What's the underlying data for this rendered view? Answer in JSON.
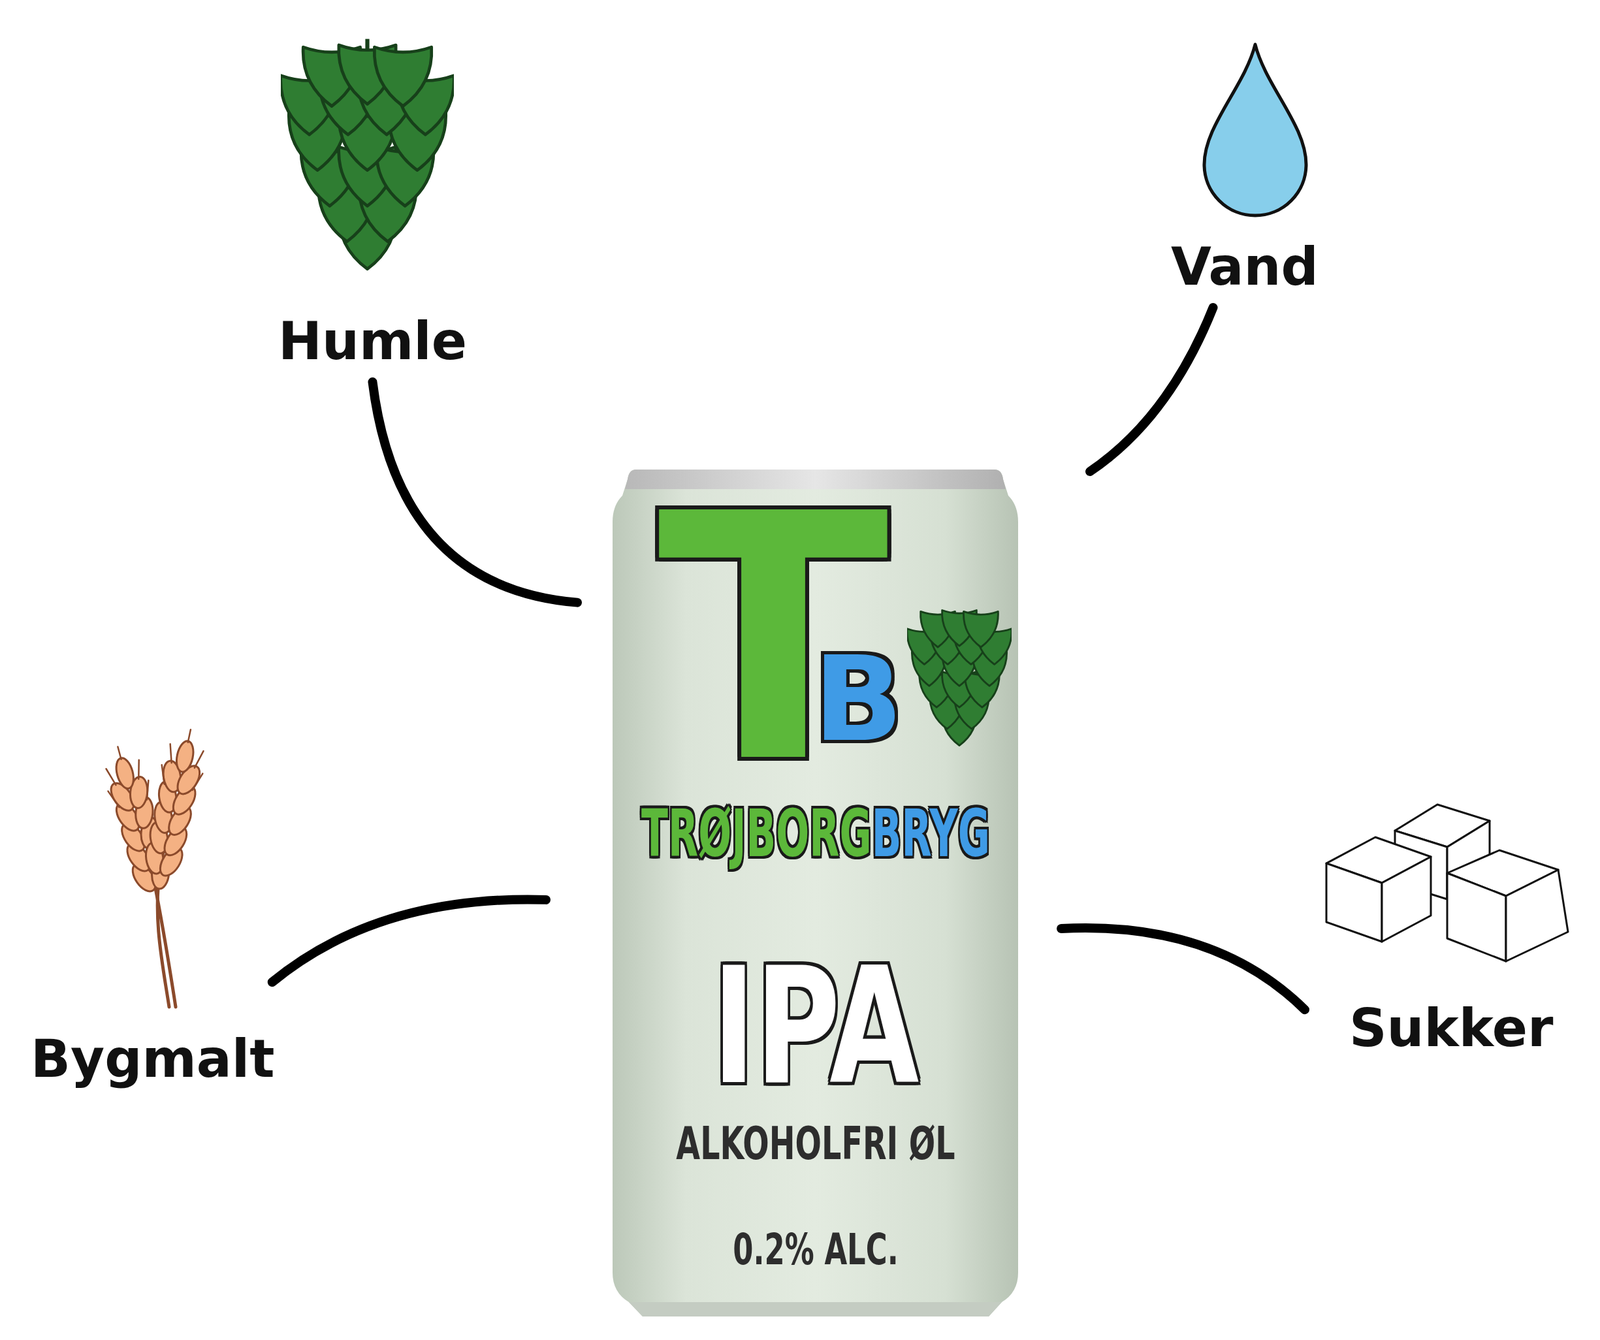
{
  "diagram": {
    "nodes": [
      {
        "text": [
          "Humle"
        ]
      },
      {
        "text": [
          "Vand"
        ]
      },
      {
        "text": [
          "T",
          "B",
          "TRØJBORG",
          "BRYG",
          "IPA",
          "ALKOHOLFRI ØL",
          "0.2% ALC."
        ]
      },
      {
        "text": [
          "Bygmalt"
        ]
      },
      {
        "text": [
          "Sukker"
        ]
      }
    ],
    "edges": [
      {
        "from": 0,
        "to": 2,
        "arrow": "none"
      },
      {
        "from": 1,
        "to": 2,
        "arrow": "none"
      },
      {
        "from": 3,
        "to": 2,
        "arrow": "none"
      },
      {
        "from": 4,
        "to": 2,
        "arrow": "none"
      }
    ]
  }
}
